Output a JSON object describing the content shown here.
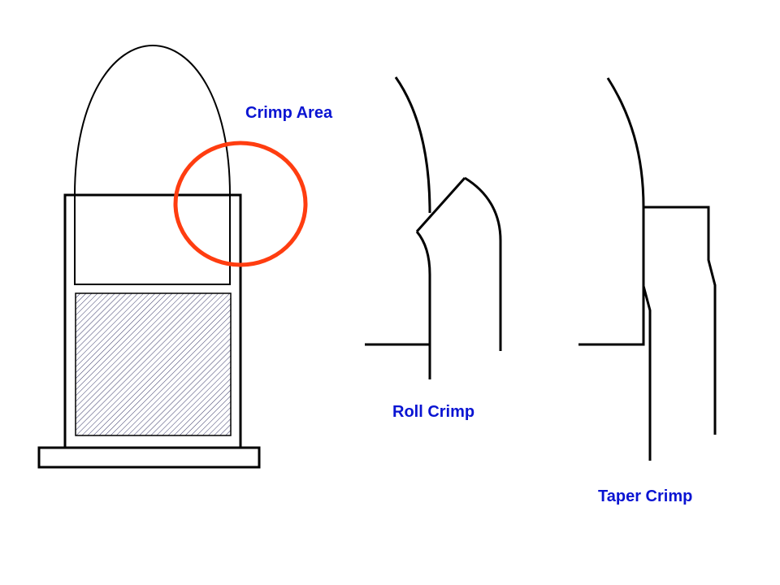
{
  "labels": {
    "crimp_area": "Crimp Area",
    "roll_crimp": "Roll Crimp",
    "taper_crimp": "Taper Crimp"
  },
  "colors": {
    "label": "#0a14d2",
    "highlight": "#ff3d10",
    "line": "#000000",
    "hatch": "#3a3a6a"
  }
}
